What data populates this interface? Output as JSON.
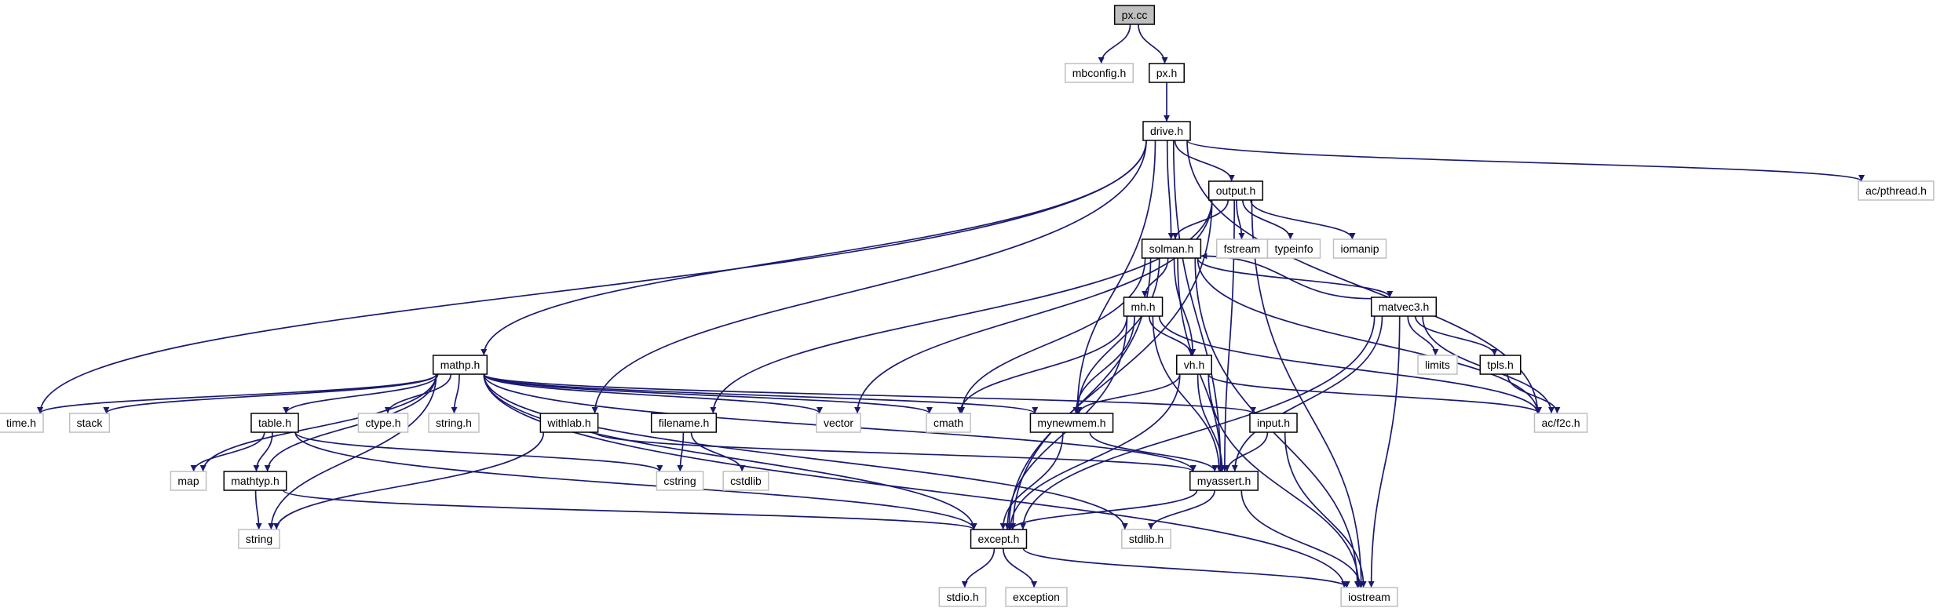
{
  "colors": {
    "edge": "#191970",
    "root_fill": "#bfbfbf",
    "node_fill": "#ffffff",
    "documented_border": "#000000",
    "external_border": "#bfbfbf"
  },
  "nodes": [
    {
      "id": "px_cc",
      "label": "px.cc",
      "kind": "root"
    },
    {
      "id": "mbconfig_h",
      "label": "mbconfig.h",
      "kind": "external"
    },
    {
      "id": "px_h",
      "label": "px.h",
      "kind": "documented"
    },
    {
      "id": "drive_h",
      "label": "drive.h",
      "kind": "documented"
    },
    {
      "id": "ac_pthread_h",
      "label": "ac/pthread.h",
      "kind": "external"
    },
    {
      "id": "output_h",
      "label": "output.h",
      "kind": "documented"
    },
    {
      "id": "solman_h",
      "label": "solman.h",
      "kind": "documented"
    },
    {
      "id": "fstream",
      "label": "fstream",
      "kind": "external"
    },
    {
      "id": "typeinfo",
      "label": "typeinfo",
      "kind": "external"
    },
    {
      "id": "iomanip",
      "label": "iomanip",
      "kind": "external"
    },
    {
      "id": "mh_h",
      "label": "mh.h",
      "kind": "documented"
    },
    {
      "id": "matvec3_h",
      "label": "matvec3.h",
      "kind": "documented"
    },
    {
      "id": "vh_h",
      "label": "vh.h",
      "kind": "documented"
    },
    {
      "id": "limits",
      "label": "limits",
      "kind": "external"
    },
    {
      "id": "tpls_h",
      "label": "tpls.h",
      "kind": "documented"
    },
    {
      "id": "mathp_h",
      "label": "mathp.h",
      "kind": "documented"
    },
    {
      "id": "time_h",
      "label": "time.h",
      "kind": "external"
    },
    {
      "id": "stack",
      "label": "stack",
      "kind": "external"
    },
    {
      "id": "table_h",
      "label": "table.h",
      "kind": "documented"
    },
    {
      "id": "ctype_h",
      "label": "ctype.h",
      "kind": "external"
    },
    {
      "id": "string_h",
      "label": "string.h",
      "kind": "external"
    },
    {
      "id": "withlab_h",
      "label": "withlab.h",
      "kind": "documented"
    },
    {
      "id": "filename_h",
      "label": "filename.h",
      "kind": "documented"
    },
    {
      "id": "vector",
      "label": "vector",
      "kind": "external"
    },
    {
      "id": "cmath",
      "label": "cmath",
      "kind": "external"
    },
    {
      "id": "mynewmem_h",
      "label": "mynewmem.h",
      "kind": "documented"
    },
    {
      "id": "input_h",
      "label": "input.h",
      "kind": "documented"
    },
    {
      "id": "ac_f2c_h",
      "label": "ac/f2c.h",
      "kind": "external"
    },
    {
      "id": "map",
      "label": "map",
      "kind": "external"
    },
    {
      "id": "mathtyp_h",
      "label": "mathtyp.h",
      "kind": "documented"
    },
    {
      "id": "cstring",
      "label": "cstring",
      "kind": "external"
    },
    {
      "id": "cstdlib",
      "label": "cstdlib",
      "kind": "external"
    },
    {
      "id": "myassert_h",
      "label": "myassert.h",
      "kind": "documented"
    },
    {
      "id": "string",
      "label": "string",
      "kind": "external"
    },
    {
      "id": "except_h",
      "label": "except.h",
      "kind": "documented"
    },
    {
      "id": "stdlib_h",
      "label": "stdlib.h",
      "kind": "external"
    },
    {
      "id": "stdio_h",
      "label": "stdio.h",
      "kind": "external"
    },
    {
      "id": "exception",
      "label": "exception",
      "kind": "external"
    },
    {
      "id": "iostream",
      "label": "iostream",
      "kind": "external"
    }
  ],
  "edges": [
    [
      "px_cc",
      "mbconfig_h"
    ],
    [
      "px_cc",
      "px_h"
    ],
    [
      "px_h",
      "drive_h"
    ],
    [
      "drive_h",
      "output_h"
    ],
    [
      "drive_h",
      "solman_h"
    ],
    [
      "drive_h",
      "mynewmem_h"
    ],
    [
      "drive_h",
      "withlab_h"
    ],
    [
      "drive_h",
      "mathp_h"
    ],
    [
      "drive_h",
      "time_h"
    ],
    [
      "drive_h",
      "ac_pthread_h"
    ],
    [
      "drive_h",
      "ac_f2c_h"
    ],
    [
      "drive_h",
      "myassert_h"
    ],
    [
      "output_h",
      "solman_h"
    ],
    [
      "output_h",
      "fstream"
    ],
    [
      "output_h",
      "typeinfo"
    ],
    [
      "output_h",
      "iomanip"
    ],
    [
      "output_h",
      "vector"
    ],
    [
      "output_h",
      "filename_h"
    ],
    [
      "output_h",
      "except_h"
    ],
    [
      "output_h",
      "myassert_h"
    ],
    [
      "output_h",
      "iostream"
    ],
    [
      "solman_h",
      "mh_h"
    ],
    [
      "solman_h",
      "matvec3_h"
    ],
    [
      "solman_h",
      "vh_h"
    ],
    [
      "solman_h",
      "cmath"
    ],
    [
      "solman_h",
      "mynewmem_h"
    ],
    [
      "solman_h",
      "except_h"
    ],
    [
      "solman_h",
      "myassert_h"
    ],
    [
      "solman_h",
      "ac_f2c_h"
    ],
    [
      "solman_h",
      "iostream"
    ],
    [
      "mh_h",
      "vh_h"
    ],
    [
      "mh_h",
      "cmath"
    ],
    [
      "mh_h",
      "mynewmem_h"
    ],
    [
      "mh_h",
      "myassert_h"
    ],
    [
      "mh_h",
      "except_h"
    ],
    [
      "mh_h",
      "ac_f2c_h"
    ],
    [
      "matvec3_h",
      "solman_h"
    ],
    [
      "matvec3_h",
      "limits"
    ],
    [
      "matvec3_h",
      "tpls_h"
    ],
    [
      "matvec3_h",
      "ac_f2c_h"
    ],
    [
      "matvec3_h",
      "myassert_h"
    ],
    [
      "matvec3_h",
      "except_h"
    ],
    [
      "matvec3_h",
      "iostream"
    ],
    [
      "vh_h",
      "mynewmem_h"
    ],
    [
      "vh_h",
      "myassert_h"
    ],
    [
      "vh_h",
      "except_h"
    ],
    [
      "vh_h",
      "ac_f2c_h"
    ],
    [
      "vh_h",
      "iostream"
    ],
    [
      "tpls_h",
      "ac_f2c_h"
    ],
    [
      "mathp_h",
      "time_h"
    ],
    [
      "mathp_h",
      "stack"
    ],
    [
      "mathp_h",
      "table_h"
    ],
    [
      "mathp_h",
      "ctype_h"
    ],
    [
      "mathp_h",
      "string_h"
    ],
    [
      "mathp_h",
      "vector"
    ],
    [
      "mathp_h",
      "cmath"
    ],
    [
      "mathp_h",
      "mynewmem_h"
    ],
    [
      "mathp_h",
      "input_h"
    ],
    [
      "mathp_h",
      "map"
    ],
    [
      "mathp_h",
      "mathtyp_h"
    ],
    [
      "mathp_h",
      "string"
    ],
    [
      "mathp_h",
      "except_h"
    ],
    [
      "mathp_h",
      "myassert_h"
    ],
    [
      "mathp_h",
      "stdlib_h"
    ],
    [
      "mathp_h",
      "iostream"
    ],
    [
      "table_h",
      "map"
    ],
    [
      "table_h",
      "mathtyp_h"
    ],
    [
      "table_h",
      "cstring"
    ],
    [
      "table_h",
      "except_h"
    ],
    [
      "mathtyp_h",
      "string"
    ],
    [
      "mathtyp_h",
      "except_h"
    ],
    [
      "withlab_h",
      "myassert_h"
    ],
    [
      "withlab_h",
      "string"
    ],
    [
      "filename_h",
      "cstring"
    ],
    [
      "filename_h",
      "cstdlib"
    ],
    [
      "mynewmem_h",
      "myassert_h"
    ],
    [
      "mynewmem_h",
      "except_h"
    ],
    [
      "input_h",
      "myassert_h"
    ],
    [
      "input_h",
      "iostream"
    ],
    [
      "myassert_h",
      "except_h"
    ],
    [
      "myassert_h",
      "stdlib_h"
    ],
    [
      "myassert_h",
      "iostream"
    ],
    [
      "except_h",
      "stdio_h"
    ],
    [
      "except_h",
      "exception"
    ],
    [
      "except_h",
      "iostream"
    ]
  ]
}
